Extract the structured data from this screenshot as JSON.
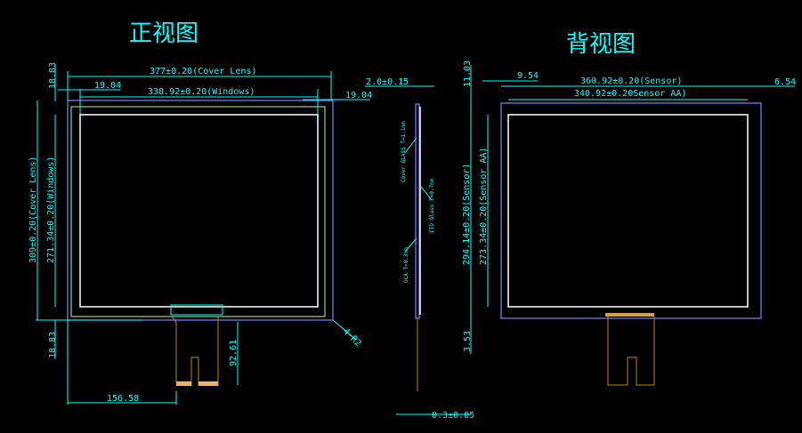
{
  "front": {
    "title": "正视图",
    "dim_width_cover": "377±0.20(Cover Lens)",
    "dim_width_window": "338.92±0.20(Windows)",
    "dim_left_margin": "19.04",
    "dim_right_margin": "19.04",
    "dim_top_margin": "18.83",
    "dim_bottom_margin": "18.83",
    "dim_height_cover": "309±0.20(Cover Lens)",
    "dim_height_window": "271.34±0.20(Windows)",
    "dim_fpc_offset": "156.58",
    "dim_fpc_length": "92.61",
    "dim_corner": "4-R2"
  },
  "side": {
    "dim_thickness": "2.0±0.15",
    "dim_fpc_thickness": "0.3±0.05",
    "label_cover": "Cover GLASS T=1.1mm",
    "label_ito": "ITO Glass T=0.7mm",
    "label_oca": "OCA T=0.3mm"
  },
  "back": {
    "title": "背视图",
    "dim_width_sensor": "360.92±0.20(Sensor)",
    "dim_width_sensor_aa": "340.92±0.20Sensor AA)",
    "dim_left_margin": "9.54",
    "dim_right_margin": "6.54",
    "dim_top_margin": "11.03",
    "dim_bottom_margin": "3.53",
    "dim_height_sensor": "294.14±0.20(Sensor)",
    "dim_height_sensor_aa": "273.34±0.20(Sensor AA)"
  }
}
